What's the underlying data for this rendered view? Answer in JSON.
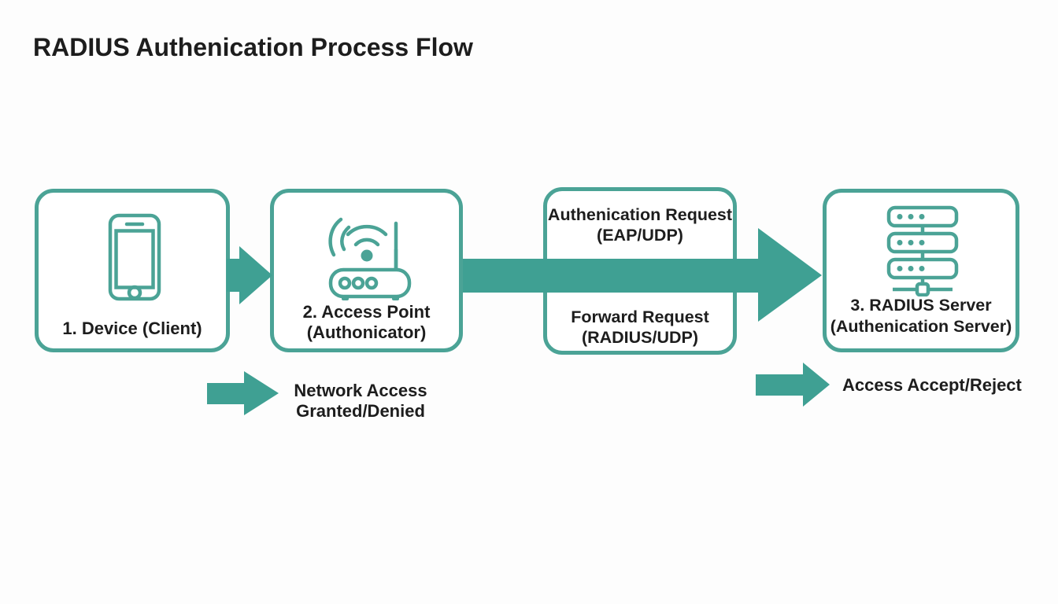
{
  "title": "RADIUS Authenication Process Flow",
  "colors": {
    "teal_fill": "#3FA093",
    "teal_border": "#4BA396",
    "text": "#1D1D1D",
    "background": "#FDFDFD"
  },
  "nodes": {
    "device": {
      "label": "1. Device (Client)",
      "icon": "smartphone"
    },
    "access_point": {
      "label_line1": "2. Access Point",
      "label_line2": "(Authonicator)",
      "icon": "wifi-router"
    },
    "radius_server": {
      "label_line1": "3. RADIUS Server",
      "label_line2": "(Authenication Server)",
      "icon": "server-stack"
    }
  },
  "flow_box": {
    "top_line1": "Authenication Request",
    "top_line2": "(EAP/UDP)",
    "bottom_line1": "Forward Request",
    "bottom_line2": "(RADIUS/UDP)"
  },
  "outcome_labels": {
    "network_access_line1": "Network Access",
    "network_access_line2": "Granted/Denied",
    "server_result": "Access Accept/Reject"
  }
}
